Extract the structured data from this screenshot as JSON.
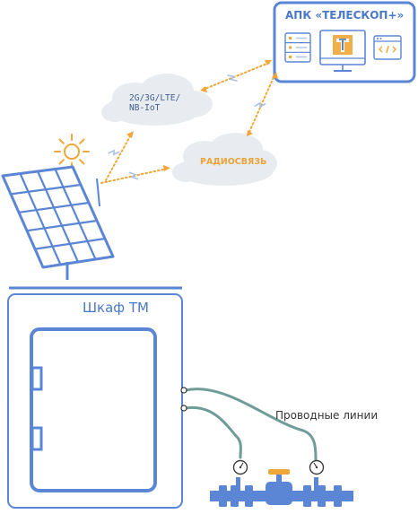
{
  "diagram": {
    "server_box": {
      "title": "АПК «ТЕЛЕСКОП+»"
    },
    "cellular_cloud": {
      "lines": [
        "2G/3G/LTE/",
        "NB-IoT"
      ]
    },
    "radio_cloud": {
      "label": "РАДИОСВЯЗЬ"
    },
    "cabinet": {
      "title": "Шкаф ТМ"
    },
    "wires": {
      "label": "Проводные линии"
    }
  },
  "colors": {
    "blue": "#5b86d6",
    "blue_light": "#a9c1ea",
    "orange": "#f0a638",
    "cloud": "#e7ebf0",
    "wire": "#6f9c97",
    "dark": "#3c3c3c"
  },
  "icons": [
    "sun-icon",
    "solar-panel-icon",
    "server-rack-icon",
    "monitor-icon",
    "code-window-icon",
    "signal-bolt-icon",
    "pressure-gauge-icon",
    "valve-icon"
  ]
}
